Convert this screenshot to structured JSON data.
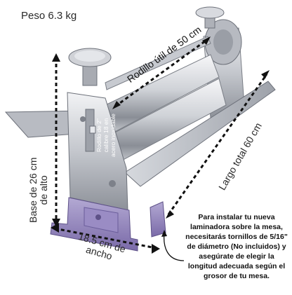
{
  "labels": {
    "weight": "Peso 6.3 kg",
    "roller_useful": "Rodillo útil de 50 cm",
    "roller_spec": "Rodillo de 2\"\ncalibre 18 en\nacero inoxidable",
    "total_length": "Largo total 60 cm",
    "base_height": "Base de 26 cm\nde alto",
    "base_width": "18.5 cm de\nancho",
    "install_note": "Para instalar tu nueva laminadora sobre la mesa, necesitarás tornillos de 5/16\" de diámetro (No incluidos) y asegúrate de elegir la longitud adecuada según el grosor de tu mesa."
  },
  "colors": {
    "steel_light": "#e6e8ec",
    "steel_mid": "#b9bcc3",
    "steel_dark": "#6d717a",
    "base_purple": "#8e7fb8",
    "arrow": "#111111"
  }
}
